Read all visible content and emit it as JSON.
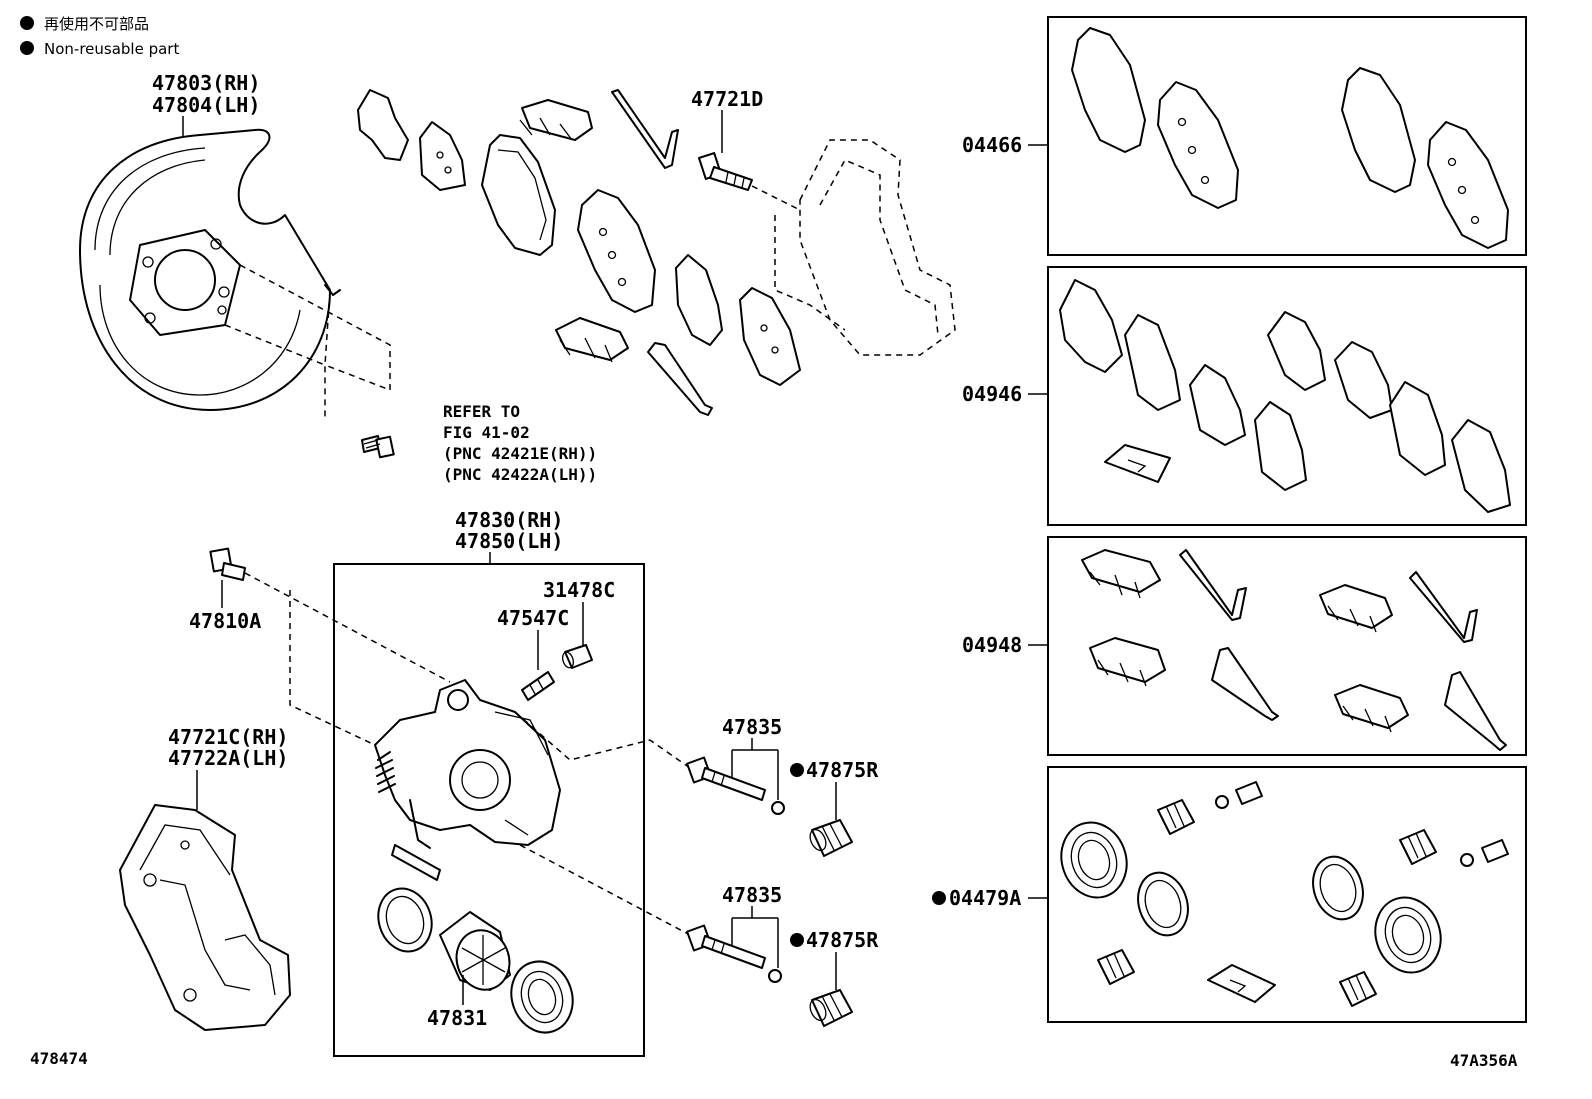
{
  "legend": {
    "japanese": "再使用不可部品",
    "english": "Non-reusable part"
  },
  "labels": {
    "shield_rh": "47803(RH)",
    "shield_lh": "47804(LH)",
    "bolt_top": "47721D",
    "refer_1": "REFER TO",
    "refer_2": "FIG 41-02",
    "refer_3": "(PNC 42421E(RH))",
    "refer_4": "(PNC 42422A(LH))",
    "caliper_rh": "47830(RH)",
    "caliper_lh": "47850(LH)",
    "bolt_left": "47810A",
    "bleeder_cap": "31478C",
    "bleeder_plug": "47547C",
    "mount_rh": "47721C(RH)",
    "mount_lh": "47722A(LH)",
    "pin_upper": "47835",
    "boot_upper": "47875R",
    "pin_lower": "47835",
    "boot_lower": "47875R",
    "piston": "47831",
    "kit_pads": "04466",
    "kit_shims": "04946",
    "kit_fitting": "04948",
    "kit_cylinder": "04479A",
    "footer_left": "478474",
    "footer_right": "47A356A"
  }
}
